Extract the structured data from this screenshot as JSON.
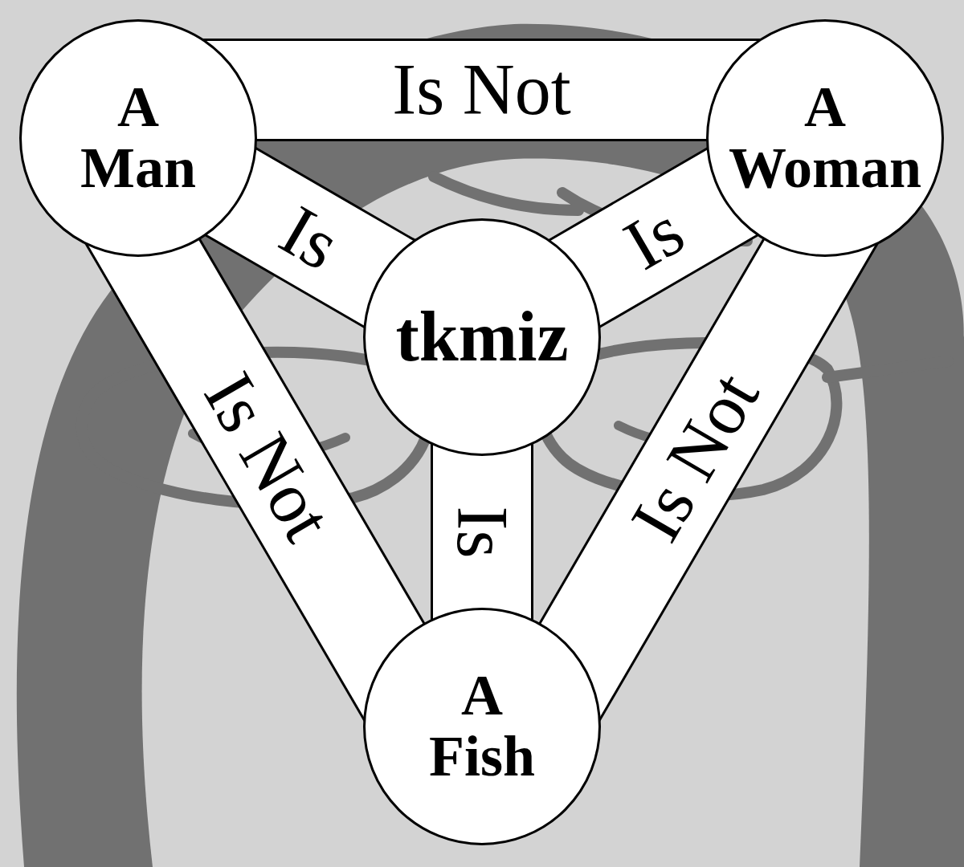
{
  "diagram": {
    "nodes": [
      {
        "text": [
          "A Man"
        ]
      },
      {
        "text": [
          "A Woman"
        ]
      },
      {
        "text": [
          "tkmiz"
        ]
      },
      {
        "text": [
          "A Fish"
        ]
      }
    ],
    "edges": [
      {
        "from": 0,
        "to": 1,
        "label": "Is Not",
        "arrow": "none"
      },
      {
        "from": 2,
        "to": 0,
        "label": "Is",
        "arrow": "none"
      },
      {
        "from": 2,
        "to": 1,
        "label": "Is",
        "arrow": "none"
      },
      {
        "from": 2,
        "to": 3,
        "label": "Is",
        "arrow": "none"
      },
      {
        "from": 0,
        "to": 3,
        "label": "Is Not",
        "arrow": "none"
      },
      {
        "from": 1,
        "to": 3,
        "label": "Is Not",
        "arrow": "none"
      }
    ]
  }
}
